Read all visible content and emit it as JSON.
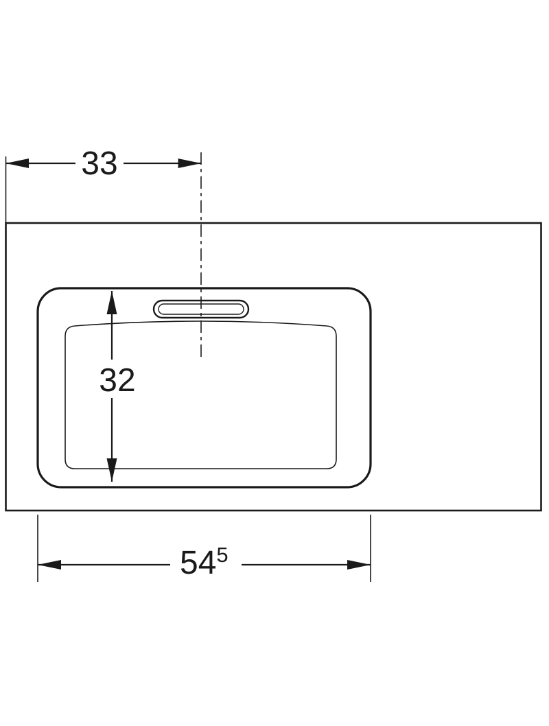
{
  "diagram": {
    "type": "technical-dimension-drawing",
    "subject": "washbasin countertop top view",
    "colors": {
      "line": "#1a1a1a",
      "background": "#ffffff"
    },
    "dimensions": {
      "top_offset_label": "33",
      "depth_label": "32",
      "width_label_main": "54",
      "width_label_sup": "5"
    }
  }
}
